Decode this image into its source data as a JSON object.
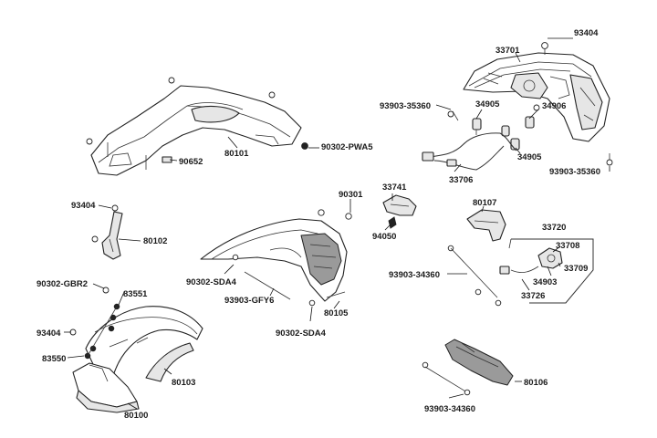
{
  "labels": {
    "p33701": "33701",
    "p93404_top": "93404",
    "p93903_35360_l": "93903-35360",
    "p34905_a": "34905",
    "p34906": "34906",
    "p34905_b": "34905",
    "p93903_35360_r": "93903-35360",
    "p33706": "33706",
    "p80101": "80101",
    "p90302_pwa5": "90302-PWA5",
    "p90652": "90652",
    "p93404_mid": "93404",
    "p80102": "80102",
    "p33741": "33741",
    "p90301": "90301",
    "p94050": "94050",
    "p80107": "80107",
    "p33720": "33720",
    "p33708": "33708",
    "p33709": "33709",
    "p34903": "34903",
    "p33726": "33726",
    "p93903_34360_a": "93903-34360",
    "p90302_gbr2": "90302-GBR2",
    "p83551": "83551",
    "p90302_sda4_a": "90302-SDA4",
    "p93903_gfy6": "93903-GFY6",
    "p80105": "80105",
    "p90302_sda4_b": "90302-SDA4",
    "p93404_low": "93404",
    "p83550": "83550",
    "p80103": "80103",
    "p80100": "80100",
    "p80106": "80106",
    "p93903_34360_b": "93903-34360"
  }
}
